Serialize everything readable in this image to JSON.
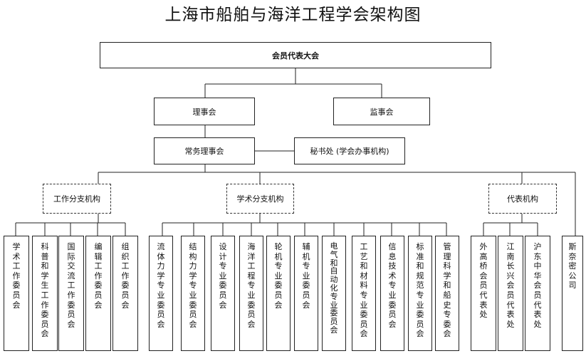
{
  "title": "上海市船舶与海洋工程学会架构图",
  "top": {
    "assembly": "会员代表大会",
    "council": "理事会",
    "supervisory": "监事会",
    "standing": "常务理事会",
    "secretariat": "秘书处 (学会办事机构)"
  },
  "groups": {
    "work": "工作分支机构",
    "academic": "学术分支机构",
    "rep": "代表机构"
  },
  "work_committees": [
    "学术工作委员会",
    "科普和学生工作委员会",
    "国际交流工作委员会",
    "编辑工作委员会",
    "组织工作委员会"
  ],
  "academic_committees": [
    "流体力学专业委员会",
    "结构力学专业委员会",
    "设计专业委员会",
    "海洋工程专业委员会",
    "轮机专业委员会",
    "辅机专业委员会",
    "电气和自动化专业委员会",
    "工艺和材料专业委员会",
    "信息技术专业委员会",
    "标准和规范专业委员会",
    "管理科学和船史专委会"
  ],
  "rep_offices": [
    "外高桥会员代表处",
    "江南长兴会员代表处",
    "沪东中华会员代表处"
  ],
  "standalone": "斯奈密公司"
}
